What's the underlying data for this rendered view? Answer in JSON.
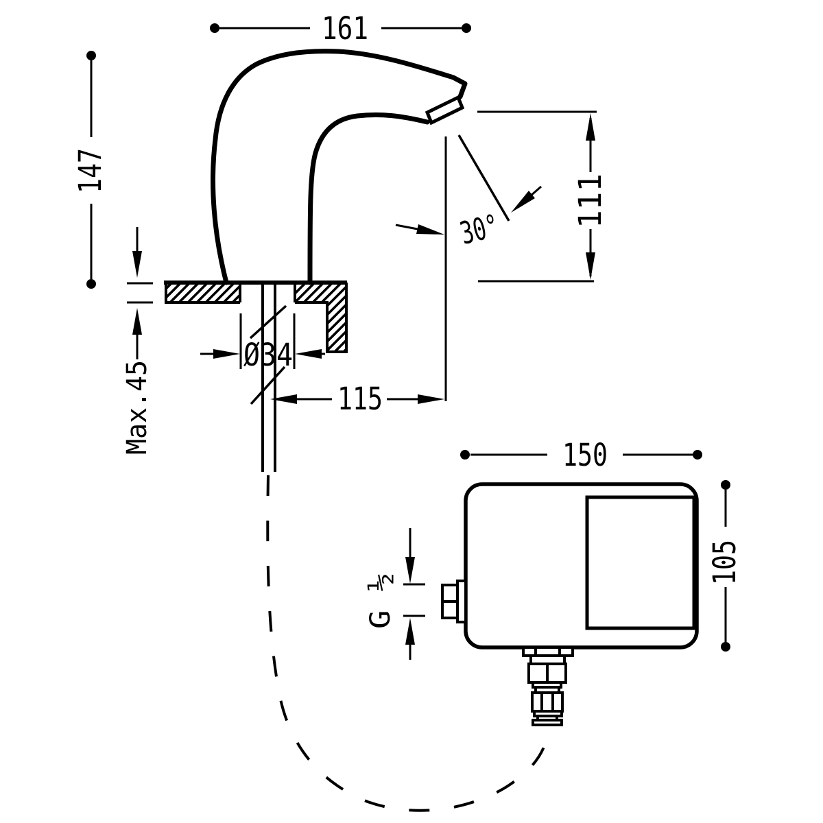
{
  "drawing": {
    "type": "technical-installation-drawing",
    "subject": "electronic sensor basin tap with control box",
    "background_color": "#ffffff",
    "line_color": "#000000",
    "labels": {
      "spout_width": "161",
      "total_height": "147",
      "outlet_height": "111",
      "outlet_angle": "30°",
      "hole_diameter": "Ø34",
      "outlet_reach": "115",
      "max_deck_thickness": "Max.45",
      "box_width": "150",
      "box_height": "105",
      "thread_size": "G ½"
    }
  }
}
